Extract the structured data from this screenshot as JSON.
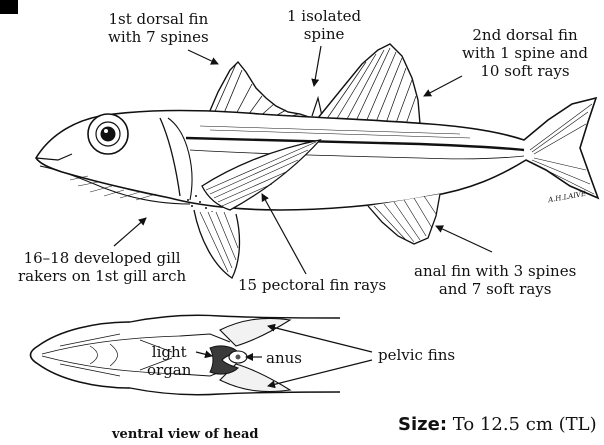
{
  "labels": {
    "first_dorsal": [
      "1st dorsal fin",
      "with 7 spines"
    ],
    "isolated_spine": [
      "1 isolated",
      "spine"
    ],
    "second_dorsal": [
      "2nd dorsal fin",
      "with 1 spine and",
      "10 soft rays"
    ],
    "gill_rakers": [
      "16–18 developed gill",
      "rakers on 1st gill arch"
    ],
    "pectoral": [
      "15 pectoral fin rays"
    ],
    "anal": [
      "anal fin with 3 spines",
      "and 7 soft rays"
    ],
    "light_organ": [
      "light",
      "organ"
    ],
    "anus": [
      "anus"
    ],
    "pelvic": [
      "pelvic fins"
    ]
  },
  "caption": "ventral view of head",
  "size": {
    "label": "Size:",
    "value": "To 12.5 cm (TL)"
  },
  "signature": "A.H.LAIVE"
}
